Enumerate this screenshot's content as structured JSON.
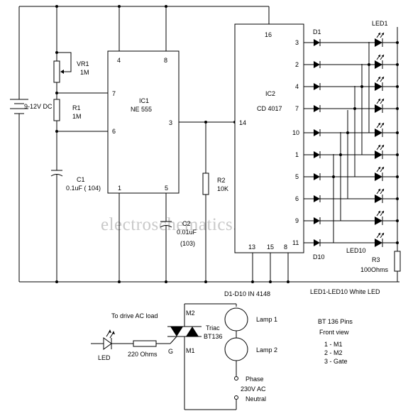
{
  "battery": {
    "label": "9-12V DC"
  },
  "vr1": {
    "name": "VR1",
    "value": "1M"
  },
  "r1": {
    "name": "R1",
    "value": "1M"
  },
  "c1": {
    "name": "C1",
    "value": "0.1uF ( 104)"
  },
  "ic1": {
    "name": "IC1",
    "part": "NE 555",
    "pins": {
      "p4": "4",
      "p8": "8",
      "p7": "7",
      "p6": "6",
      "p3": "3",
      "p1": "1",
      "p5": "5"
    }
  },
  "c2": {
    "name": "C2",
    "value": "0.01uF",
    "code": "(103)"
  },
  "r2": {
    "name": "R2",
    "value": "10K"
  },
  "ic2": {
    "name": "IC2",
    "part": "CD 4017",
    "pins": {
      "p16": "16",
      "p14": "14",
      "p13": "13",
      "p15": "15",
      "p8": "8"
    },
    "outputs": [
      "3",
      "2",
      "4",
      "7",
      "10",
      "1",
      "5",
      "6",
      "9",
      "11"
    ]
  },
  "diodes": {
    "d1": "D1",
    "d10": "D10",
    "note": "D1-D10 IN 4148"
  },
  "leds": {
    "led1": "LED1",
    "led10": "LED10",
    "note": "LED1-LED10 White LED"
  },
  "r3": {
    "name": "R3",
    "value": "100Ohms"
  },
  "watermark": "electroschematics.com",
  "ac_section": {
    "title": "To drive AC load",
    "led": "LED",
    "resistor": "220 Ohms",
    "triac_name": "Triac",
    "triac_part": "BT136",
    "m2": "M2",
    "m1": "M1",
    "gate": "G",
    "lamp1": "Lamp 1",
    "lamp2": "Lamp 2",
    "phase": "Phase",
    "supply": "230V AC",
    "neutral": "Neutral"
  },
  "bt136": {
    "title": "BT 136 Pins",
    "subtitle": "Front view",
    "pins": [
      "1 - M1",
      "2 - M2",
      "3 - Gate"
    ]
  }
}
